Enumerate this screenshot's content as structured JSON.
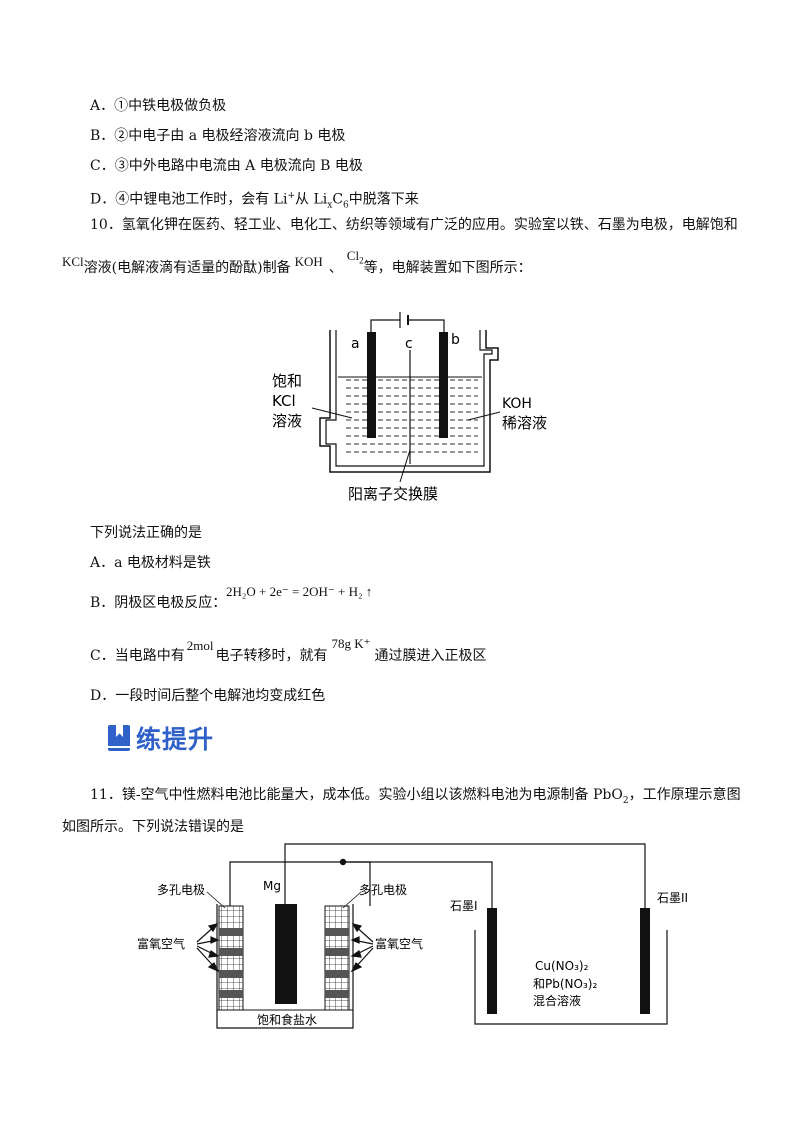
{
  "q9": {
    "optA": "A．①中铁电极做负极",
    "optB": "B．②中电子由 a 电极经溶液流向 b 电极",
    "optC": "C．③中外电路中电流由 A 电极流向 B 电极",
    "optD_pre": "D．④中锂电池工作时，会有 Li",
    "optD_sup": "+",
    "optD_mid": "从 Li",
    "optD_x": "x",
    "optD_c": "C",
    "optD_6": "6",
    "optD_post": "中脱落下来"
  },
  "q10": {
    "stem1": "10．氢氧化钾在医药、轻工业、电化工、纺织等领域有广泛的应用。实验室以铁、石墨为电极，电解饱和",
    "kcl": "KCl",
    "stem2a": "溶液(电解液滴有适量的酚酞)制备",
    "koh": "KOH",
    "sep": "、",
    "cl": "Cl",
    "cl_sub": "2",
    "stem2b": "等，电解装置如下图所示：",
    "diagram": {
      "a": "a",
      "b": "b",
      "c": "c",
      "left1": "饱和",
      "left2": "KCl",
      "left3": "溶液",
      "right1": "KOH",
      "right2": "稀溶液",
      "bottom": "阳离子交换膜"
    },
    "ask": "下列说法正确的是",
    "optA": "A．a 电极材料是铁",
    "optB": "B．阴极区电极反应：",
    "optB_formula": "2H₂O + 2e⁻ = 2OH⁻ + H₂ ↑",
    "optC_pre": "C．当电路中有",
    "optC_mol": "2mol",
    "optC_mid": "电子转移时，就有",
    "optC_k": "78g K⁺",
    "optC_post": "通过膜进入正极区",
    "optD": "D．一段时间后整个电解池均变成红色"
  },
  "section": {
    "title": "练提升",
    "icon": "book-icon",
    "color": "#2f61c9"
  },
  "q11": {
    "stem1_pre": "11．镁-空气中性燃料电池比能量大，成本低。实验小组以该燃料电池为电源制备 PbO",
    "stem1_sub": "2",
    "stem1_post": "，工作原理示意图",
    "stem2": "如图所示。下列说法错误的是",
    "diagram": {
      "porous_left": "多孔电极",
      "mg": "Mg",
      "porous_right": "多孔电极",
      "air_left": "富氧空气",
      "air_right": "富氧空气",
      "brine": "饱和食盐水",
      "graphite1": "石墨I",
      "graphite2": "石墨II",
      "sol1": "Cu(NO₃)₂",
      "sol2": "和Pb(NO₃)₂",
      "sol3": "混合溶液"
    }
  }
}
